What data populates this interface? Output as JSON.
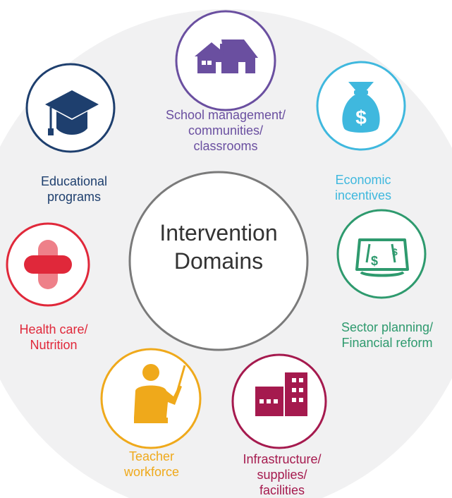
{
  "center": {
    "line1": "Intervention",
    "line2": "Domains"
  },
  "domains": [
    {
      "key": "school",
      "icon": "school-house-icon",
      "color": "#6a4fa0",
      "lines": [
        "School management/",
        "communities/",
        "classrooms"
      ]
    },
    {
      "key": "economic",
      "icon": "money-bag-icon",
      "color": "#3fb8de",
      "lines": [
        "Economic",
        "incentives"
      ]
    },
    {
      "key": "sector",
      "icon": "financial-plan-icon",
      "color": "#2e9a6e",
      "lines": [
        "Sector planning/",
        "Financial reform"
      ]
    },
    {
      "key": "infrastructure",
      "icon": "buildings-icon",
      "color": "#a51a4e",
      "lines": [
        "Infrastructure/",
        "supplies/",
        "facilities"
      ]
    },
    {
      "key": "teacher",
      "icon": "teacher-icon",
      "color": "#efa91b",
      "lines": [
        "Teacher",
        "workforce"
      ]
    },
    {
      "key": "health",
      "icon": "medical-cross-icon",
      "color": "#e0283a",
      "lines": [
        "Health care/",
        "Nutrition"
      ]
    },
    {
      "key": "educational",
      "icon": "graduation-cap-icon",
      "color": "#1e3f6e",
      "lines": [
        "Educational",
        "programs"
      ]
    }
  ]
}
